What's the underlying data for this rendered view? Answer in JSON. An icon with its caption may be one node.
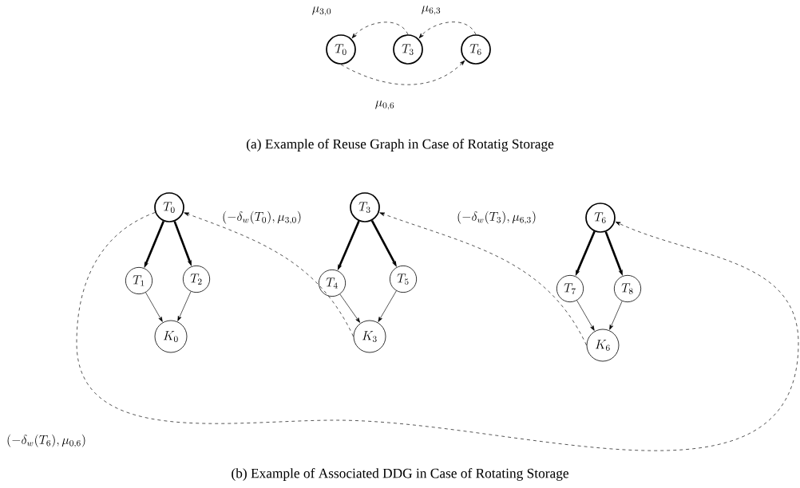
{
  "diagram": {
    "nodes": [
      {
        "text": [
          "T_0"
        ]
      },
      {
        "text": [
          "T_3"
        ]
      },
      {
        "text": [
          "T_6"
        ]
      },
      {
        "text": [
          "T_0"
        ]
      },
      {
        "text": [
          "T_1"
        ]
      },
      {
        "text": [
          "T_2"
        ]
      },
      {
        "text": [
          "K_0"
        ]
      },
      {
        "text": [
          "T_3"
        ]
      },
      {
        "text": [
          "T_4"
        ]
      },
      {
        "text": [
          "T_5"
        ]
      },
      {
        "text": [
          "K_3"
        ]
      },
      {
        "text": [
          "T_6"
        ]
      },
      {
        "text": [
          "T_7"
        ]
      },
      {
        "text": [
          "T_8"
        ]
      },
      {
        "text": [
          "K_6"
        ]
      }
    ],
    "edges": [
      {
        "from": 1,
        "to": 0,
        "arrow": "to",
        "style": "dashed",
        "label": "\\mu_{3,0}"
      },
      {
        "from": 2,
        "to": 1,
        "arrow": "to",
        "style": "dashed",
        "label": "\\mu_{6,3}"
      },
      {
        "from": 0,
        "to": 2,
        "arrow": "to",
        "style": "dashed",
        "label": "\\mu_{0,6}"
      },
      {
        "from": 3,
        "to": 4,
        "arrow": "to",
        "style": "thick"
      },
      {
        "from": 3,
        "to": 5,
        "arrow": "to",
        "style": "thick"
      },
      {
        "from": 4,
        "to": 6,
        "arrow": "to"
      },
      {
        "from": 5,
        "to": 6,
        "arrow": "to"
      },
      {
        "from": 7,
        "to": 8,
        "arrow": "to",
        "style": "thick"
      },
      {
        "from": 7,
        "to": 9,
        "arrow": "to",
        "style": "thick"
      },
      {
        "from": 8,
        "to": 10,
        "arrow": "to"
      },
      {
        "from": 9,
        "to": 10,
        "arrow": "to"
      },
      {
        "from": 11,
        "to": 12,
        "arrow": "to",
        "style": "thick"
      },
      {
        "from": 11,
        "to": 13,
        "arrow": "to",
        "style": "thick"
      },
      {
        "from": 12,
        "to": 14,
        "arrow": "to"
      },
      {
        "from": 13,
        "to": 14,
        "arrow": "to"
      },
      {
        "from": 10,
        "to": 3,
        "arrow": "to",
        "style": "dashed",
        "label": "(-\\delta_w(T_0),\\mu_{3,0})"
      },
      {
        "from": 14,
        "to": 7,
        "arrow": "to",
        "style": "dashed",
        "label": "(-\\delta_w(T_3),\\mu_{6,3})"
      },
      {
        "from": 3,
        "to": 11,
        "arrow": "to",
        "style": "dashed",
        "label": "(-\\delta_w(T_6),\\mu_{0,6})"
      }
    ],
    "labels": [
      "(a) Example of Reuse Graph in Case of Rotatig Storage",
      "(b) Example of Associated DDG in Case of Rotating Storage"
    ]
  }
}
